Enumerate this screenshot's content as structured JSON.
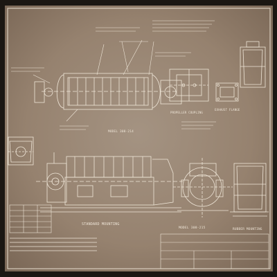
{
  "drawing": {
    "view_labels": {
      "standard_mounting": "STANDARD MOUNTING",
      "rubber_mounting": "RUBBER MOUNTING",
      "model_side": "MODEL 308-214",
      "model_end": "MODEL 308-215",
      "exhaust_flange": "EXHAUST FLANGE",
      "propeller_coupling": "PROPELLER COUPLING"
    }
  }
}
